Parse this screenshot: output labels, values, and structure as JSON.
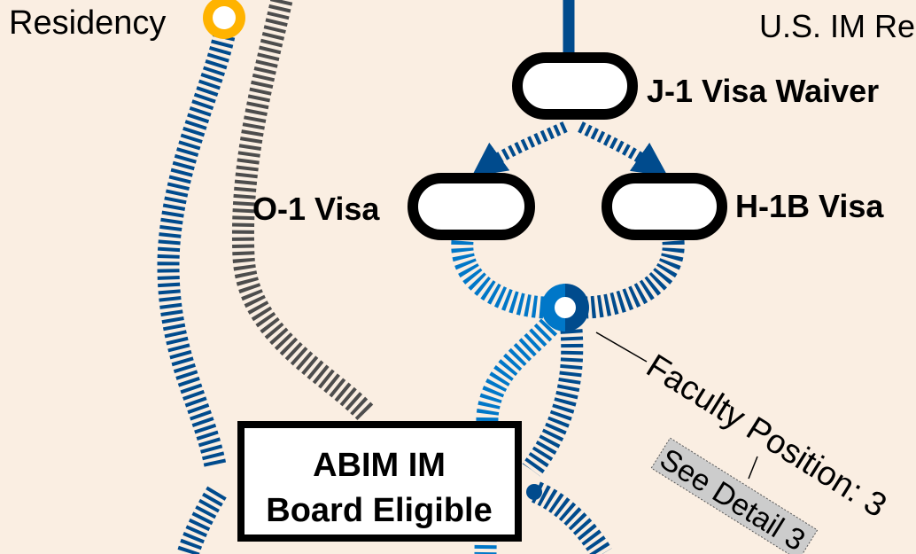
{
  "labels": {
    "residency": "Residency",
    "us_im": "U.S. IM Re",
    "j1_waiver": "J-1 Visa Waiver",
    "o1_visa": "O-1 Visa",
    "h1b_visa": "H-1B Visa",
    "faculty_position": "Faculty Position: 3",
    "see_detail": "See Detail 3",
    "abim_line1": "ABIM IM",
    "abim_line2": "Board Eligible"
  },
  "colors": {
    "background": "#faeee2",
    "dark_blue": "#004b8d",
    "light_blue": "#0077c8",
    "gray": "#4d4d4d",
    "yellow": "#ffb300"
  }
}
